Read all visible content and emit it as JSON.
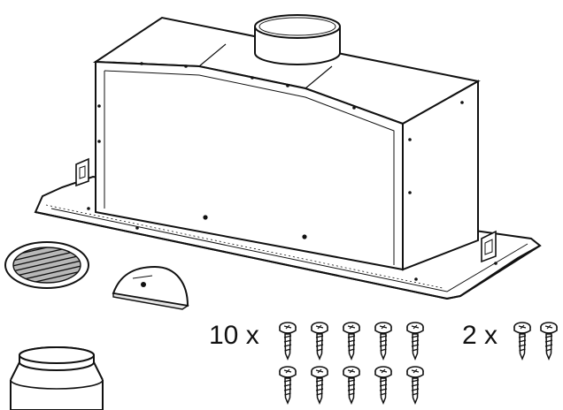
{
  "labels": {
    "screws_main_qty": "10 x",
    "screws_extra_qty": "2 x"
  },
  "parts": {
    "main_screws_count": 10,
    "extra_screws_count": 2
  },
  "colors": {
    "line": "#111111",
    "fill": "#ffffff",
    "shade": "#e6e6e6",
    "grille": "#b8b8b8"
  }
}
